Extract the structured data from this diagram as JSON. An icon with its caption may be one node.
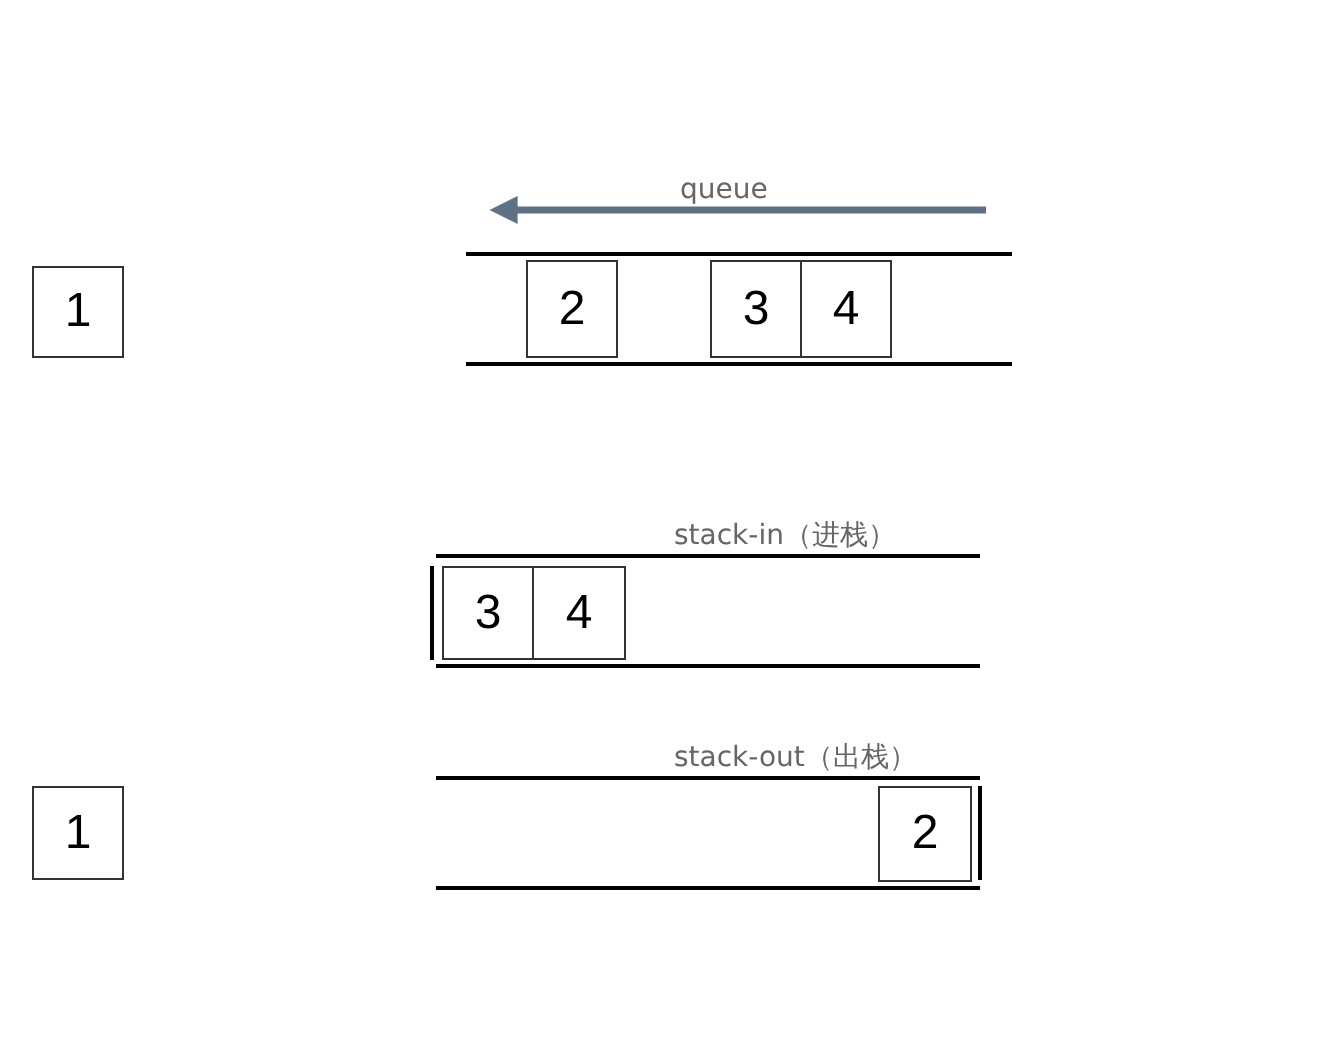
{
  "diagram": {
    "nodes": [
      {
        "text": [
          "1"
        ]
      },
      {
        "text": [
          "2"
        ]
      },
      {
        "text": [
          "3"
        ]
      },
      {
        "text": [
          "4"
        ]
      },
      {
        "text": [
          "3"
        ]
      },
      {
        "text": [
          "4"
        ]
      },
      {
        "text": [
          "1"
        ]
      },
      {
        "text": [
          "2"
        ]
      }
    ],
    "labels": [
      "queue",
      "stack-in（进栈）",
      "stack-out（出栈）"
    ]
  }
}
